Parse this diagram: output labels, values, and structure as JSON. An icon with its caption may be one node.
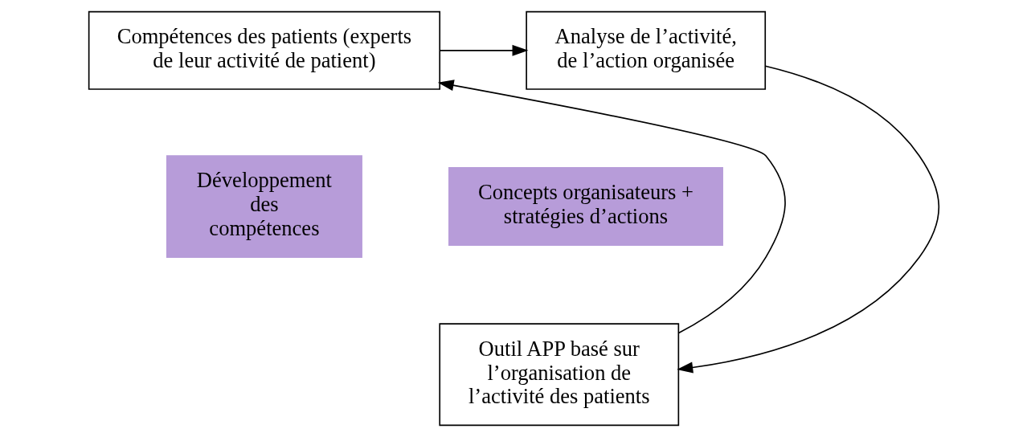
{
  "diagram": {
    "nodes": [
      {
        "text": [
          "Compétences des patients (experts de leur activité de patient)"
        ]
      },
      {
        "text": [
          "Analyse de l’activité, de l’action organisée"
        ]
      },
      {
        "text": [
          "Concepts organisateurs + stratégies d’actions"
        ]
      },
      {
        "text": [
          "Développement des compétences"
        ]
      },
      {
        "text": [
          "Outil APP basé sur l’organisation de l’activité des patients"
        ]
      }
    ],
    "edges": [
      {
        "from": 0,
        "to": 1,
        "arrow": "to"
      },
      {
        "from": 1,
        "to": 4,
        "arrow": "to"
      },
      {
        "from": 4,
        "to": 0,
        "arrow": "to"
      }
    ]
  }
}
